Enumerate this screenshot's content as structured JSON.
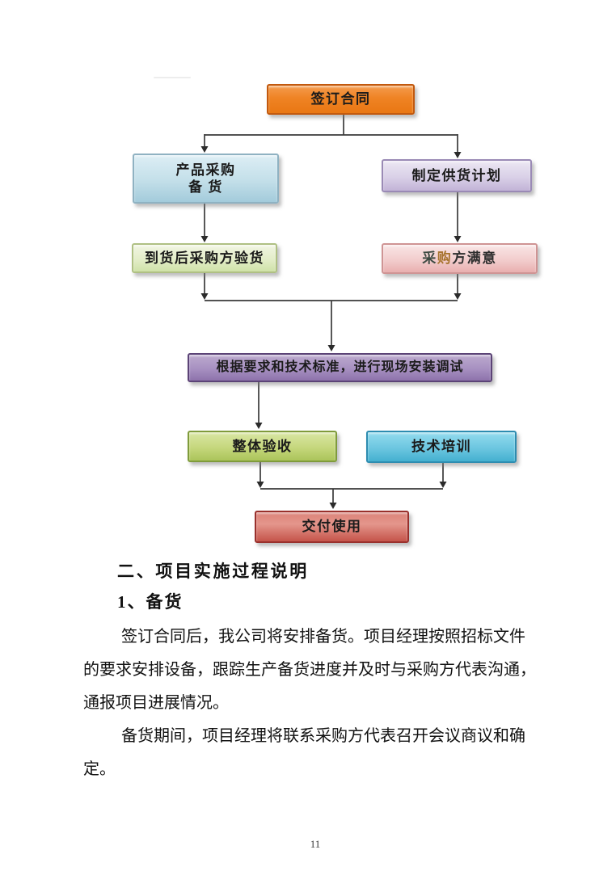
{
  "page": {
    "number": "11",
    "background": "#ffffff"
  },
  "flowchart": {
    "arrow_color": "#3a3a3a",
    "nodes": {
      "sign_contract": {
        "label": "签订合同",
        "fill": "#ed7d17",
        "border": "#c2590e"
      },
      "procurement": {
        "line1": "产品采购",
        "line2": "备 货",
        "fill": "#c3dfe9",
        "border": "#8fb2c2"
      },
      "supply_plan": {
        "label": "制定供货计划",
        "fill": "#d9d0e7",
        "border": "#9a8ab5"
      },
      "inspection": {
        "label": "到货后采购方验货",
        "fill": "#e3edc8",
        "border": "#afc083"
      },
      "satisfied": {
        "part1": "采",
        "part2": "购",
        "part3": "方满意",
        "part2_color": "#a8742f",
        "fill": "#f2cdcd",
        "border": "#cf9494"
      },
      "install": {
        "label": "根据要求和技术标准，进行现场安装调试",
        "fill": "#a790c1",
        "border": "#5b4376"
      },
      "acceptance": {
        "label": "整体验收",
        "fill": "#c5d77c",
        "border": "#7f9b3b"
      },
      "training": {
        "label": "技术培训",
        "fill": "#6cc6e0",
        "border": "#2d8cb0"
      },
      "delivery": {
        "label": "交付使用",
        "fill": "#d87a70",
        "border": "#99302c"
      }
    }
  },
  "document": {
    "heading": "二、项目实施过程说明",
    "subheading": "1、备货",
    "para1_lines": [
      "签订合同后，我公司将安排备货。项目经理按照招标文件",
      "的要求安排设备，跟踪生产备货进度并及时与采购方代表沟通，",
      "通报项目进展情况。"
    ],
    "para2_lines": [
      "备货期间，项目经理将联系采购方代表召开会议商议和确",
      "定。"
    ]
  }
}
